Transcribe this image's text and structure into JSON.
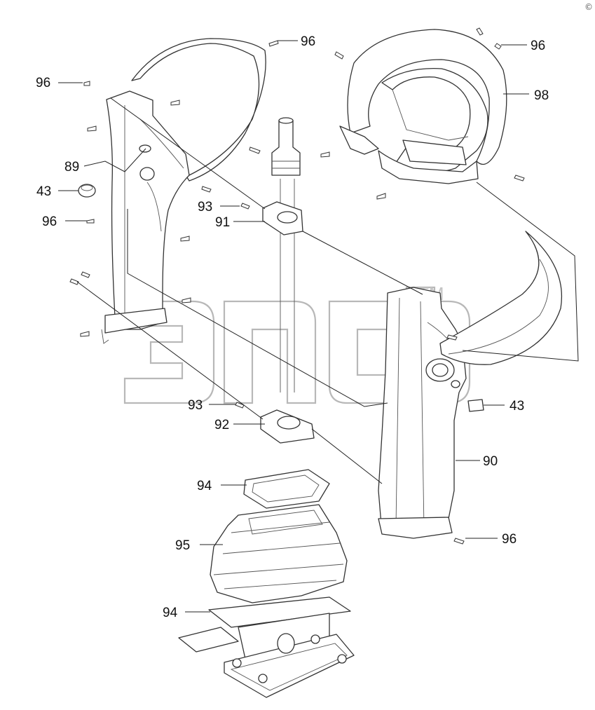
{
  "diagram": {
    "watermark_tm": "TM",
    "corner_mark": "©",
    "callouts": [
      {
        "id": "c1",
        "text": "96"
      },
      {
        "id": "c2",
        "text": "96"
      },
      {
        "id": "c3",
        "text": "96"
      },
      {
        "id": "c4",
        "text": "98"
      },
      {
        "id": "c5",
        "text": "89"
      },
      {
        "id": "c6",
        "text": "43"
      },
      {
        "id": "c7",
        "text": "93"
      },
      {
        "id": "c8",
        "text": "91"
      },
      {
        "id": "c9",
        "text": "96"
      },
      {
        "id": "c10",
        "text": "93"
      },
      {
        "id": "c11",
        "text": "92"
      },
      {
        "id": "c12",
        "text": "43"
      },
      {
        "id": "c13",
        "text": "90"
      },
      {
        "id": "c14",
        "text": "94"
      },
      {
        "id": "c15",
        "text": "95"
      },
      {
        "id": "c16",
        "text": "96"
      },
      {
        "id": "c17",
        "text": "94"
      }
    ]
  }
}
